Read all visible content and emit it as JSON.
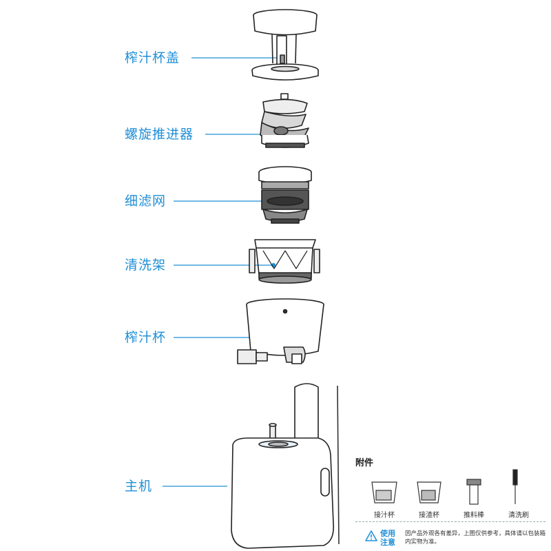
{
  "labels": {
    "lid": "榨汁杯盖",
    "auger": "螺旋推进器",
    "filter": "细滤网",
    "rack": "清洗架",
    "bowl": "榨汁杯",
    "base": "主机"
  },
  "accessories": {
    "title": "附件",
    "items": [
      "接汁杯",
      "接渣杯",
      "推料棒",
      "清洗刷"
    ]
  },
  "note": {
    "heading": "使用\n注意",
    "text": "因产品外观各有差异，上图仅供参考，具体请以包装箱内实物为准。"
  },
  "colors": {
    "accent": "#1f8fd8",
    "line": "#222222"
  }
}
